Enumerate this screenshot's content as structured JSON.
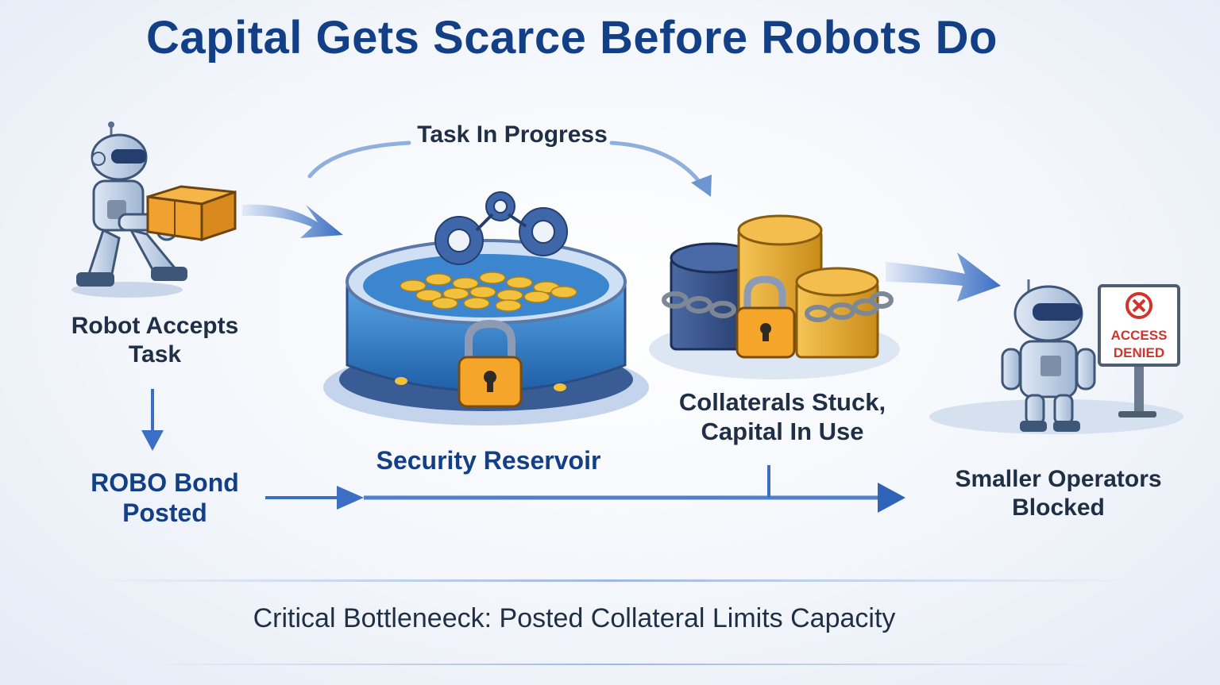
{
  "title": "Capital Gets Scarce Before Robots Do",
  "steps": {
    "accept": "Robot Accepts\nTask",
    "progress": "Task In Progress",
    "bond": "ROBO Bond\nPosted",
    "reservoir": "Security Reservoir",
    "collateral": "Collaterals Stuck,\nCapital In Use",
    "blocked": "Smaller Operators\nBlocked"
  },
  "sign": {
    "line1": "ACCESS",
    "line2": "DENIED"
  },
  "footer": "Critical Bottleneeck: Posted Collateral Limits Capacity",
  "colors": {
    "title": "#123f86",
    "text": "#1f2f45",
    "arrow": "#3a6fc4",
    "gold": "#f2b133",
    "lock": "#f4a52a",
    "navy_coin": "#2f4a7e",
    "sign_red": "#d0342c"
  },
  "icons": [
    "robot-icon",
    "package-icon",
    "gear-icon",
    "lock-icon",
    "coin-stack-icon",
    "chain-icon",
    "access-denied-sign-icon"
  ]
}
